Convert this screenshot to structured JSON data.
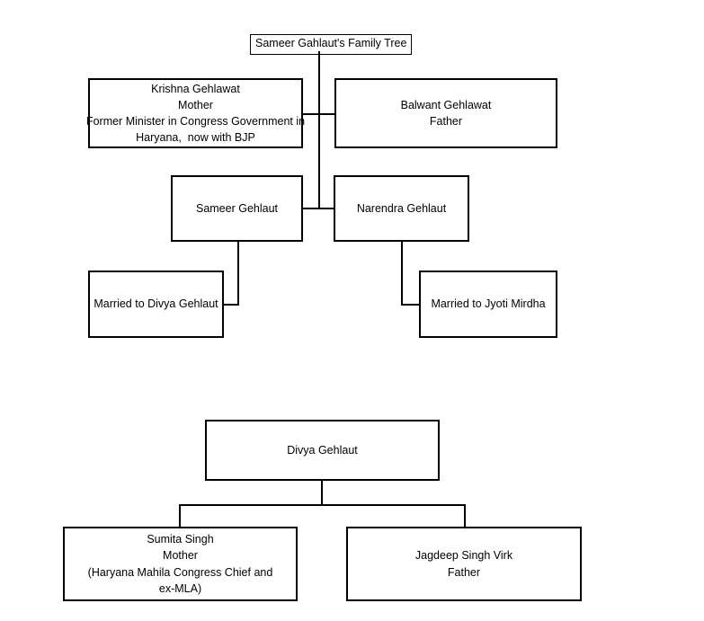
{
  "diagram": {
    "title": "Sameer Gahlaut's Family Tree",
    "tree_upper": {
      "mother": {
        "name": "Krishna Gehlawat",
        "relation": "Mother",
        "note_line1": "Former Minister in Congress Government in",
        "note_line2": "Haryana,  now with BJP"
      },
      "father": {
        "name": "Balwant Gehlawat",
        "relation": "Father"
      },
      "son_1": {
        "name": "Sameer Gehlaut"
      },
      "son_2": {
        "name": "Narendra Gehlaut"
      },
      "spouse_1": {
        "name": "Married to Divya Gehlaut"
      },
      "spouse_2": {
        "name": "Married to Jyoti Mirdha"
      }
    },
    "tree_lower": {
      "root": {
        "name": "Divya Gehlaut"
      },
      "mother": {
        "name": "Sumita Singh",
        "relation": "Mother",
        "note_line1": "(Haryana Mahila Congress Chief and",
        "note_line2": "ex-MLA)"
      },
      "father": {
        "name": "Jagdeep Singh Virk",
        "relation": "Father"
      }
    }
  }
}
